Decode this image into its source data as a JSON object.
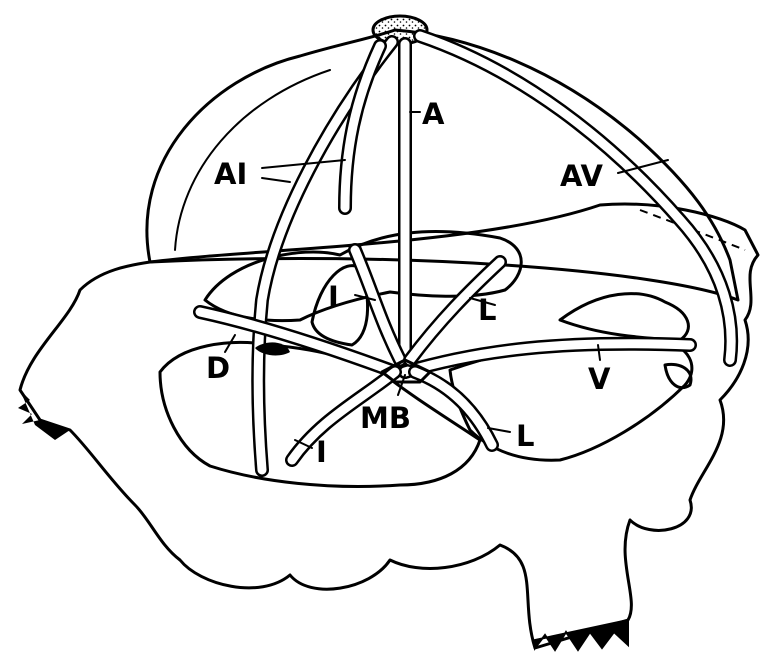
{
  "labels": {
    "A": "A",
    "AI": "AI",
    "AV": "AV",
    "I_upper": "I",
    "L_upper": "L",
    "D": "D",
    "V": "V",
    "MB": "MB",
    "I_lower": "I",
    "L_lower": "L"
  },
  "colors": {
    "ink": "#000000",
    "paper": "#ffffff"
  }
}
